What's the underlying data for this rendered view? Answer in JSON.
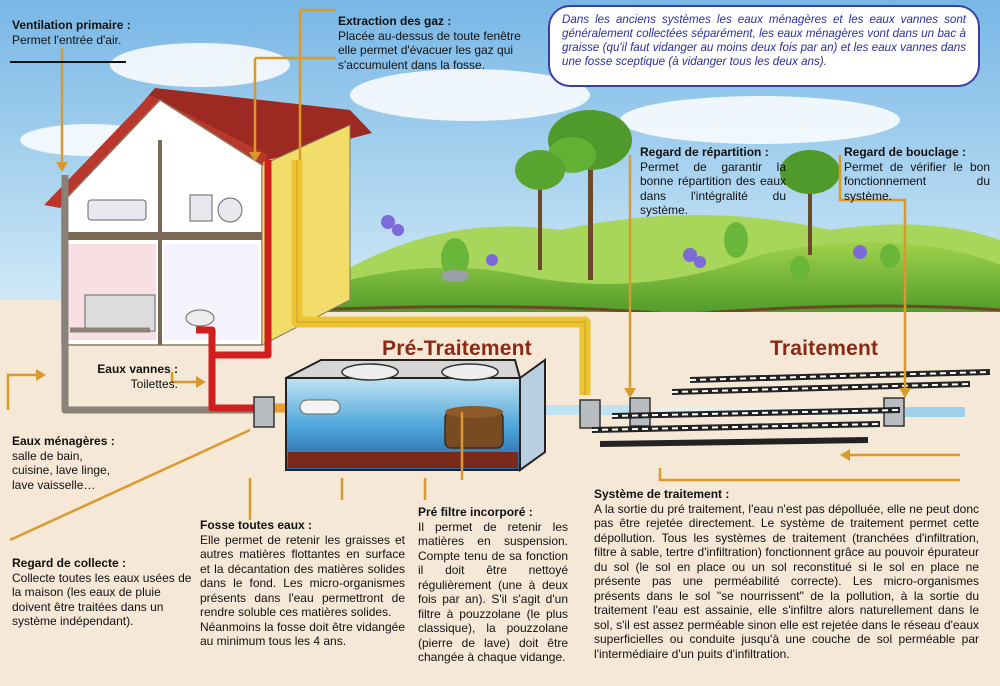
{
  "note": "Dans les anciens systèmes les eaux ménagères et les eaux vannes sont généralement collectées séparément, les eaux ménagères vont dans un bac à graisse (qu'il faut vidanger au moins deux fois par an) et les eaux vannes dans une fosse sceptique (à vidanger tous les deux ans).",
  "sections": {
    "pre_traitement": "Pré-Traitement",
    "traitement": "Traitement"
  },
  "labels": {
    "ventilation": {
      "title": "Ventilation primaire :",
      "text": "Permet l'entrée d'air."
    },
    "extraction": {
      "title": "Extraction des gaz :",
      "line1": "Placée au-dessus de toute fenêtre",
      "line2": "elle permet d'évacuer  les gaz qui",
      "line3": "s'accumulent dans la fosse."
    },
    "repartition": {
      "title": "Regard de répartition :",
      "text": "Permet de garantir la bonne répartition des eaux dans l'intégralité du système."
    },
    "bouclage": {
      "title": "Regard de bouclage :",
      "text": "Permet de vérifier le bon fonctionnement du système."
    },
    "eaux_vannes": {
      "title": "Eaux vannes :",
      "text": "Toilettes."
    },
    "eaux_menageres": {
      "title": "Eaux ménagères :",
      "line1": "salle de bain,",
      "line2": "cuisine, lave linge,",
      "line3": "lave vaisselle…"
    },
    "regard_collecte": {
      "title": "Regard de collecte :",
      "line1": "Collecte toutes les eaux usées de",
      "line2": "la maison (les eaux de pluie",
      "line3": "doivent être traitées dans un",
      "line4": "système indépendant)."
    },
    "fosse": {
      "title": "Fosse toutes eaux :",
      "text": "Elle permet de retenir les graisses et autres matières flottantes en surface et la décantation des matières solides dans le fond. Les micro-organismes présents dans l'eau permettront de rendre soluble ces matières solides.",
      "text2": "Néanmoins la fosse doit être vidangée au minimum tous les 4 ans."
    },
    "prefiltre": {
      "title": "Pré filtre incorporé :",
      "text": "Il permet de retenir les matières en suspension. Compte tenu de sa fonction il doit être nettoyé régulièrement (une à deux fois par an). S'il s'agit d'un filtre à pouzzolane (le plus classique), la pouzzolane (pierre de lave) doit être changée à chaque vidange."
    },
    "systeme": {
      "title": "Système de traitement :",
      "text": "A la sortie du pré traitement, l'eau n'est pas dépolluée, elle ne peut donc pas être rejetée directement. Le système de traitement permet cette dépollution. Tous les systèmes de traitement (tranchées d'infiltration, filtre à sable, tertre d'infiltration) fonctionnent grâce au pouvoir épurateur du sol (le sol en place ou un sol reconstitué si le sol en place ne présente pas une perméabilité correcte). Les micro-organismes présents dans le sol \"se nourrissent\" de la pollution, à la sortie du traitement l'eau est assainie, elle s'infiltre alors naturellement dans le sol, s'il est assez perméable sinon elle est rejetée dans le réseau d'eaux superficielles ou conduite jusqu'à une couche de sol perméable par l'intermédiaire d'un puits d'infiltration."
    }
  },
  "colors": {
    "sky": "#8fc6ea",
    "grass": "#79b83a",
    "roof": "#9c2a22",
    "wall": "#f4e79a",
    "ground": "#f6e8d6",
    "leader": "#d99a2b",
    "pipe_yellow": "#ecc432",
    "pipe_red": "#d11e1e",
    "pipe_gray": "#8a8178",
    "title": "#8a2a16",
    "note_text": "#2b2e9e"
  }
}
